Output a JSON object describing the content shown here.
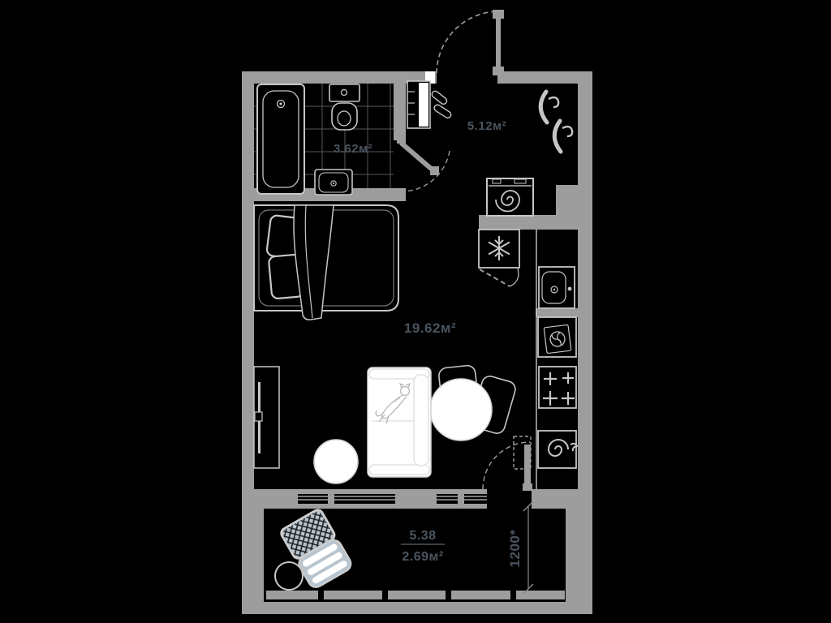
{
  "floorplan": {
    "background_color": "#000000",
    "wall_color": "#9d9d9d",
    "outline_color": "#c6c6c6",
    "label_color": "#4a545e",
    "lounge_chair_color": "#b9c5ce",
    "labels": {
      "bathroom_area": "3.62м²",
      "hall_area": "5.12м²",
      "living_area": "19.62м²",
      "balcony_width": "5.38",
      "balcony_area": "2.69м²",
      "balcony_depth": "1200*"
    },
    "furniture_icons": [
      "bathtub-icon",
      "toilet-icon",
      "washbasin-icon",
      "tile-grid",
      "shoe-cabinet-icon",
      "shoes-icon",
      "coat-hook-icon",
      "washing-machine-icon",
      "entrance-door-icon",
      "bathroom-door-icon",
      "refrigerator-icon",
      "snowflake-icon",
      "kitchen-sink-icon",
      "oven-icon",
      "cooktop-icon",
      "kitchen-appliance-icon",
      "bed-icon",
      "pillow-icon",
      "blanket-icon",
      "tv-stand-icon",
      "sofa-icon",
      "cat-illustration",
      "pouf-icon",
      "dining-table-icon",
      "chair-icon",
      "balcony-door-icon",
      "lounge-chair-icon",
      "side-table-icon",
      "window-icon",
      "dimension-line"
    ]
  }
}
